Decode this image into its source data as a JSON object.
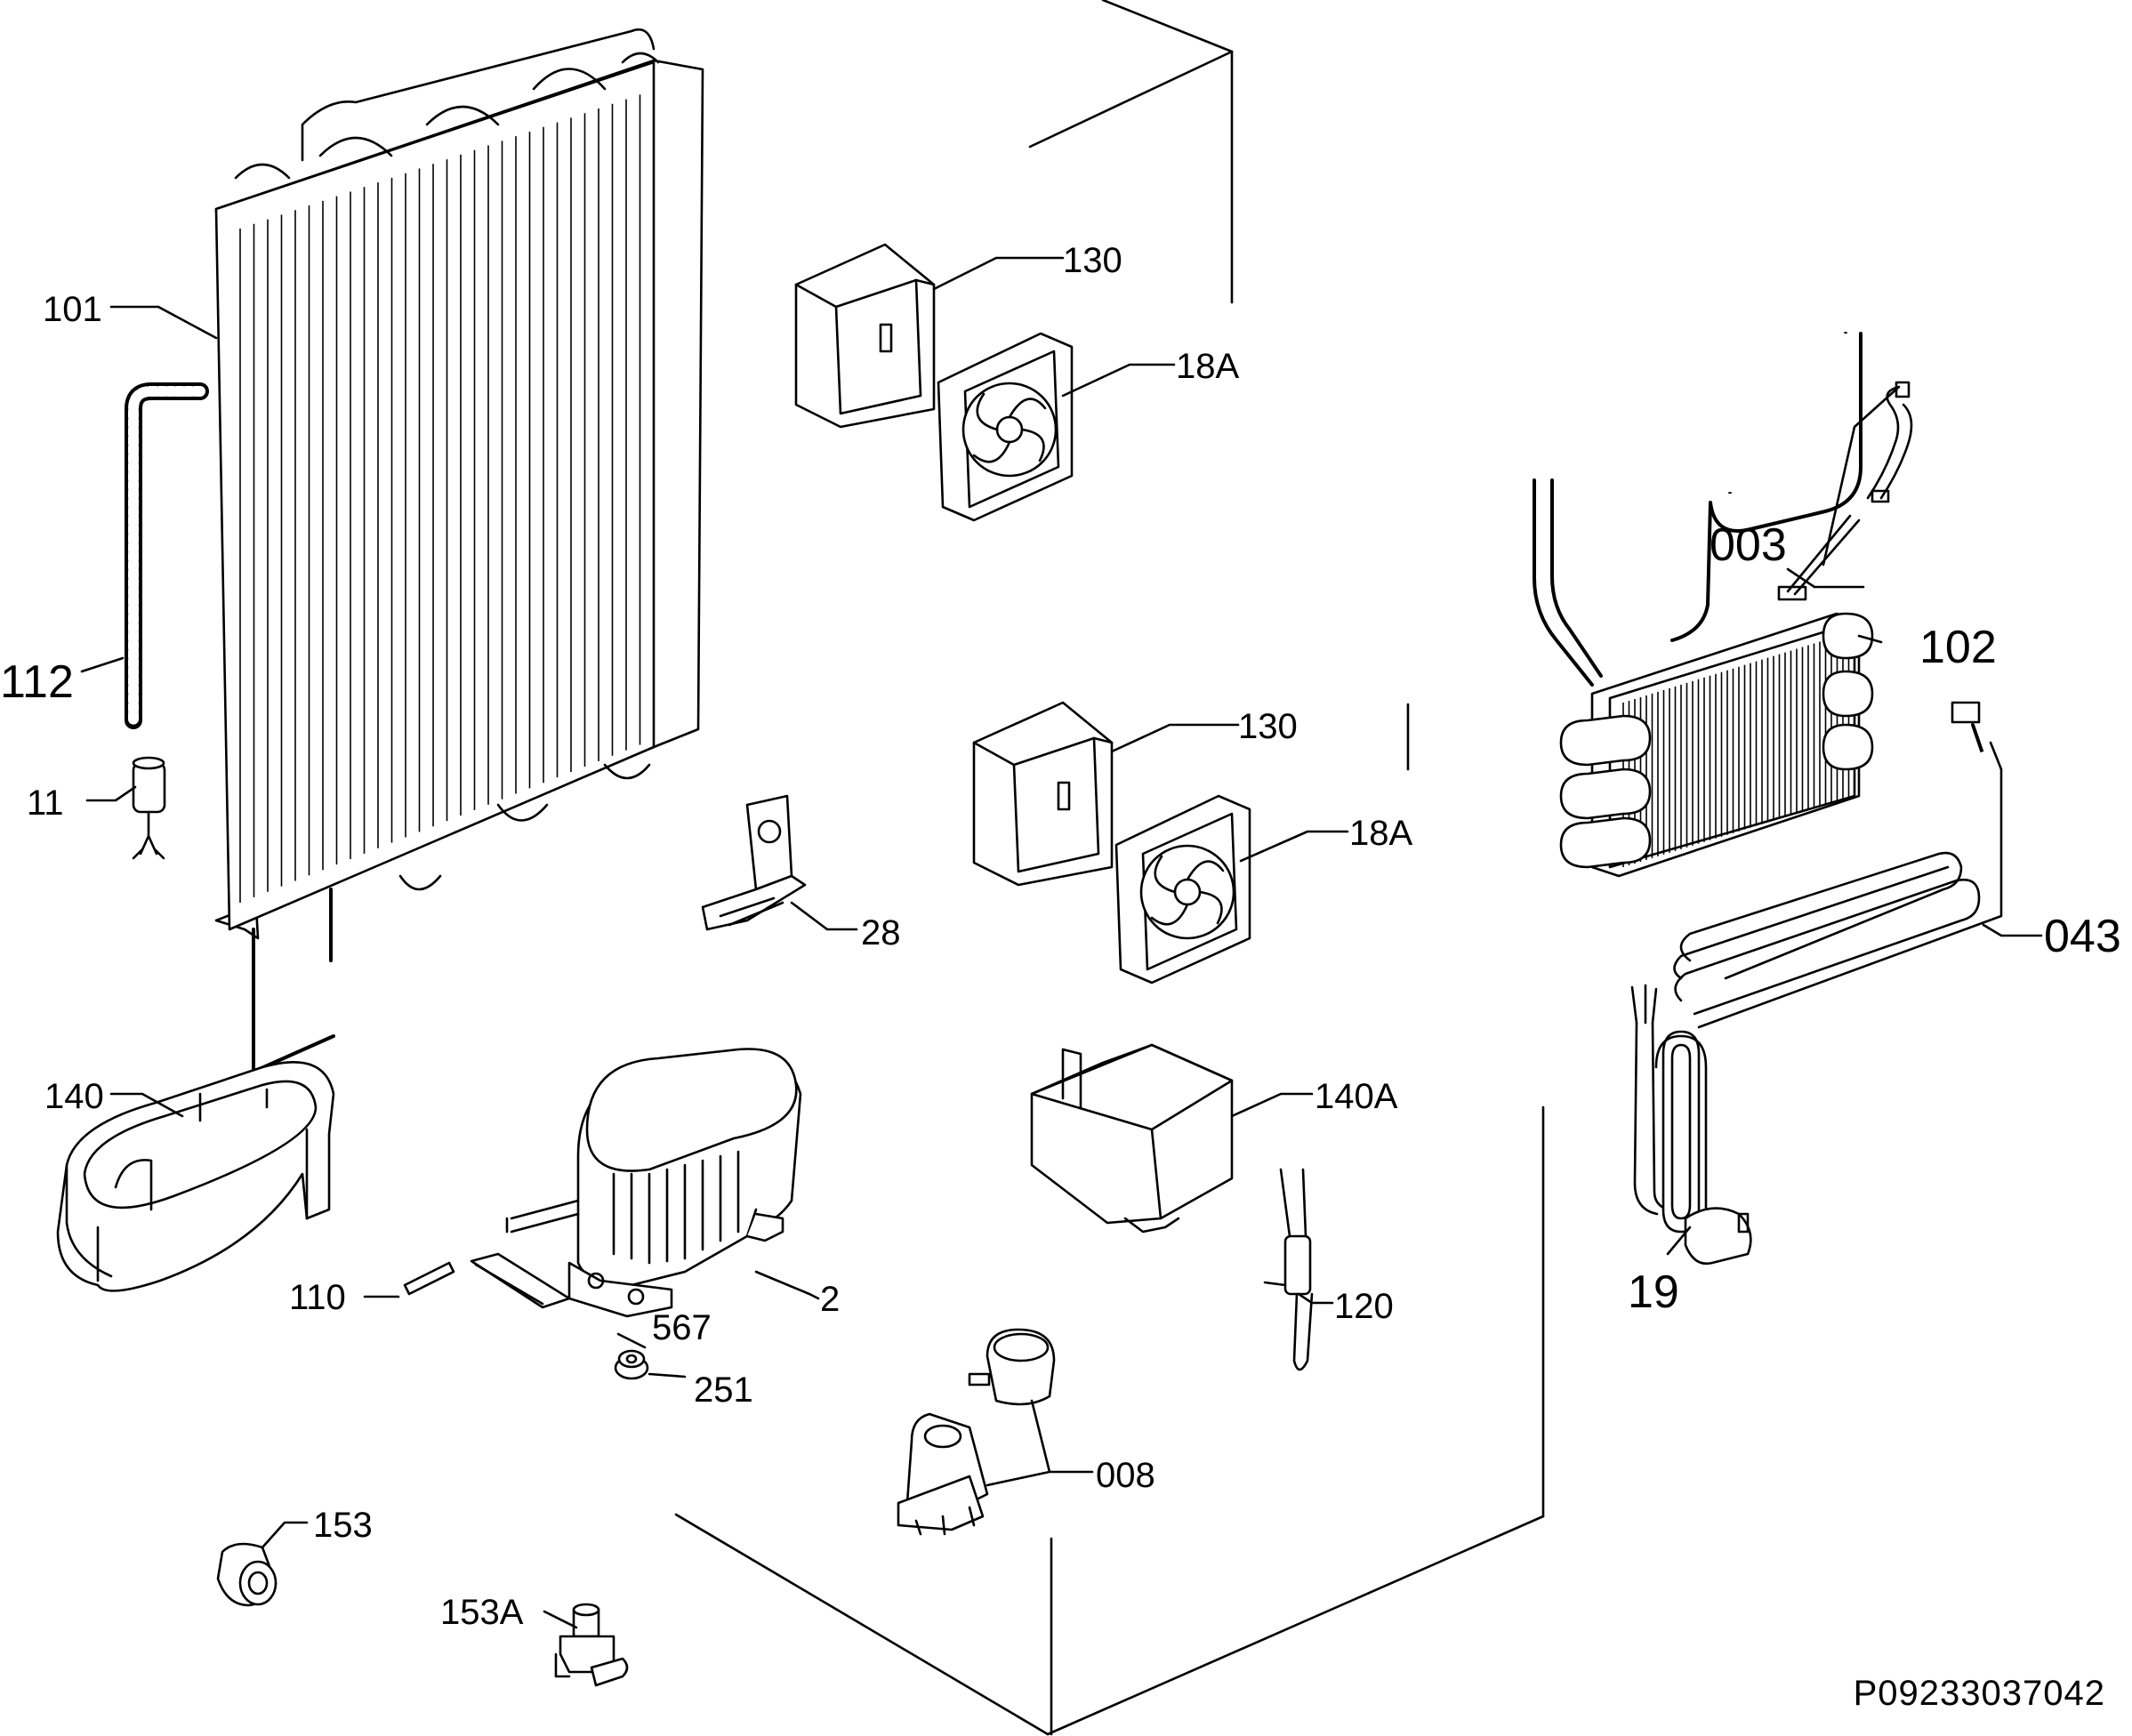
{
  "diagram": {
    "document_id": "P09233037042",
    "parts": [
      {
        "id": "101",
        "name": "condenser"
      },
      {
        "id": "112",
        "name": "capillary-tube"
      },
      {
        "id": "11",
        "name": "drier-filter"
      },
      {
        "id": "130",
        "name": "fan-frame-upper"
      },
      {
        "id": "18A",
        "name": "fan-upper"
      },
      {
        "id": "130",
        "name": "fan-frame-lower"
      },
      {
        "id": "18A",
        "name": "fan-lower"
      },
      {
        "id": "28",
        "name": "bracket"
      },
      {
        "id": "003",
        "name": "wiring-connector"
      },
      {
        "id": "102",
        "name": "evaporator"
      },
      {
        "id": "043",
        "name": "defrost-heater"
      },
      {
        "id": "19",
        "name": "heater-element"
      },
      {
        "id": "140",
        "name": "drip-tray"
      },
      {
        "id": "140A",
        "name": "cover"
      },
      {
        "id": "110",
        "name": "tube-connector"
      },
      {
        "id": "567",
        "name": "mounting-plate"
      },
      {
        "id": "2",
        "name": "compressor"
      },
      {
        "id": "251",
        "name": "grommet"
      },
      {
        "id": "120",
        "name": "thermostat-sensor"
      },
      {
        "id": "008",
        "name": "relay-overload"
      },
      {
        "id": "153",
        "name": "bushing"
      },
      {
        "id": "153A",
        "name": "valve"
      }
    ]
  }
}
